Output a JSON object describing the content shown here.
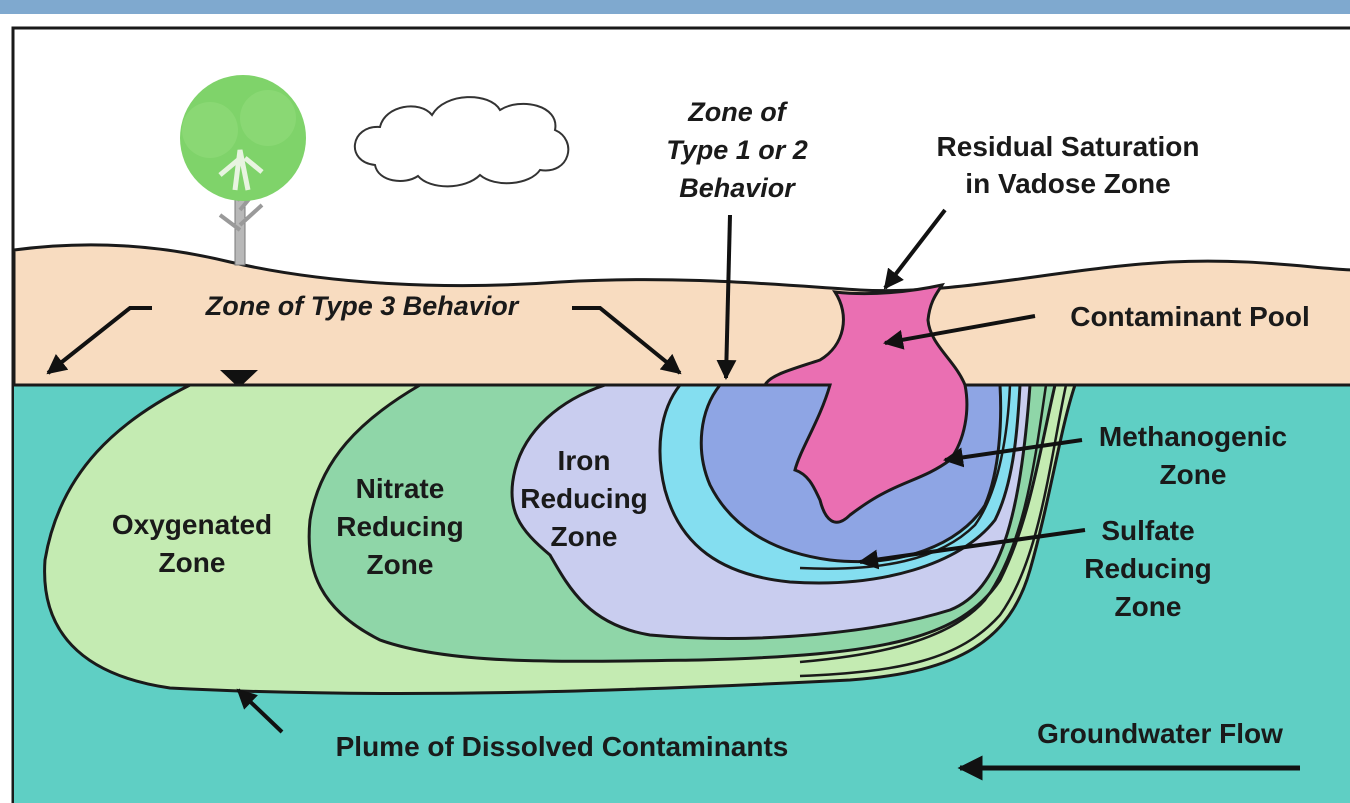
{
  "labels": {
    "zone_type3": "Zone of Type 3 Behavior",
    "zone_type12": [
      "Zone of",
      "Type 1 or 2",
      "Behavior"
    ],
    "residual": [
      "Residual Saturation",
      "in Vadose Zone"
    ],
    "contaminant_pool": "Contaminant Pool",
    "methanogenic": [
      "Methanogenic",
      "Zone"
    ],
    "sulfate": [
      "Sulfate",
      "Reducing",
      "Zone"
    ],
    "oxygenated": [
      "Oxygenated",
      "Zone"
    ],
    "nitrate": [
      "Nitrate",
      "Reducing",
      "Zone"
    ],
    "iron": [
      "Iron",
      "Reducing",
      "Zone"
    ],
    "plume": "Plume of Dissolved Contaminants",
    "groundwater_flow": "Groundwater Flow"
  },
  "colors": {
    "sky": "#ffffff",
    "soil": "#f8dcc0",
    "groundwater": "#5fcfc4",
    "oxygenated": "#c4ebb2",
    "nitrate": "#8fd6a8",
    "iron": "#c9cdef",
    "sulfate_band": "#84def0",
    "methanogenic": "#8ea5e4",
    "pool": "#ea6fb2",
    "frame_top": "#7fa9cf"
  }
}
